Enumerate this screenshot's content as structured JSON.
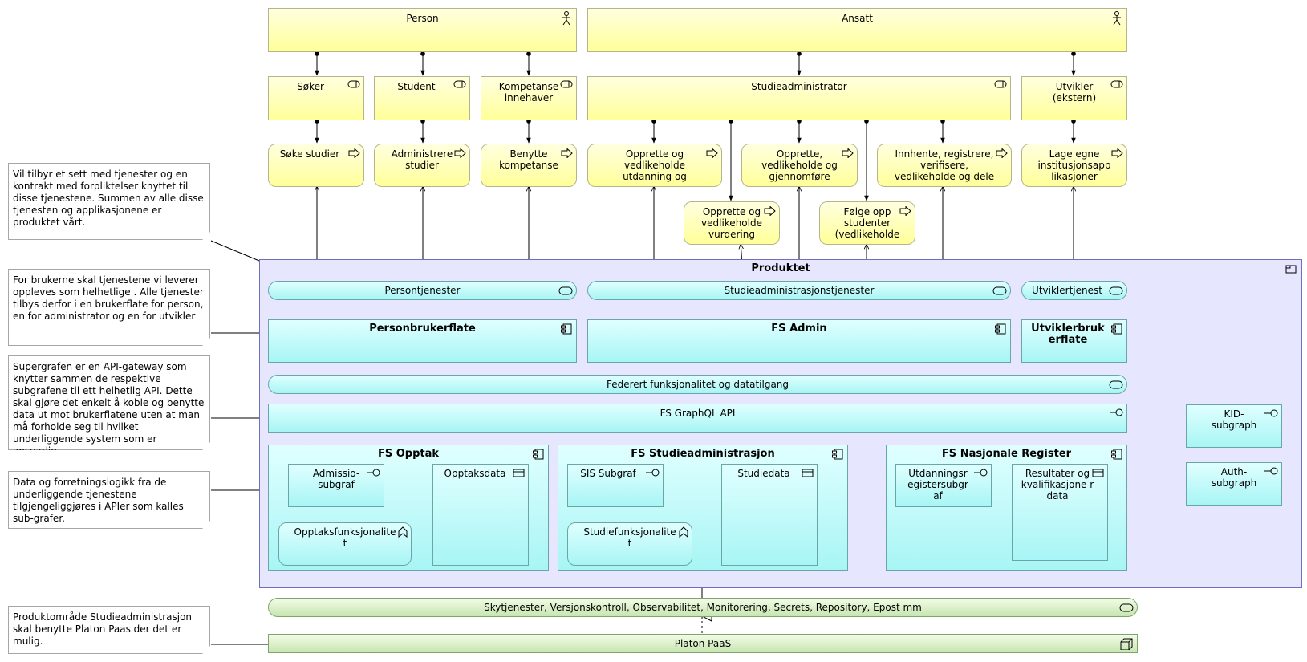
{
  "notes": {
    "produkt": "Vil tilbyr et sett med tjenester og en kontrakt med forpliktelser knyttet til disse tjenestene. Summen av alle disse tjenesten og applikasjonene er produktet vårt.",
    "brukerflate": "For brukerne skal tjenestene vi leverer oppleves som helhetlige . Alle tjenester tilbys derfor i en brukerflate for person, en for administrator og en for utvikler",
    "supergraf": "Supergrafen er en API-gateway som knytter sammen de respektive subgrafene til ett helhetlig API. Dette skal gjøre det enkelt å koble og benytte data ut mot brukerflatene uten at man må forholde seg til hvilket underliggende system som er ansvarlig.",
    "subgrafer": "Data og forretningslogikk fra de underliggende tjenestene tilgjengeliggjøres i APIer som kalles sub-grafer.",
    "platon": "Produktområde Studieadministrasjon skal benytte Platon Paas der det er mulig."
  },
  "actors": {
    "person": "Person",
    "ansatt": "Ansatt"
  },
  "roles": {
    "soker": "Søker",
    "student": "Student",
    "kompetanse": "Kompetanse innehaver",
    "studieadmin": "Studieadministrator",
    "utvikler": "Utvikler (ekstern)"
  },
  "business_services": {
    "soke": "Søke studier",
    "administrere": "Administrere studier",
    "benytte": "Benytte kompetanse",
    "opprette_utd": "Opprette og vedlikeholde utdanning og",
    "opprette_gjen": "Opprette, vedlikeholde og gjennomføre",
    "innhente": "Innhente, registrere, verifisere, vedlikeholde og dele",
    "lage": "Lage egne institusjonsapp likasjoner",
    "vurdering": "Opprette og vedlikeholde vurdering",
    "folge": "Følge opp studenter (vedlikeholde"
  },
  "produkt": {
    "title": "Produktet",
    "persontjenester": "Persontjenester",
    "studieadmintjenester": "Studieadministrasjonstjenester",
    "utviklertjenester": "Utviklertjenest",
    "personbrukerflate": "Personbrukerflate",
    "fs_admin": "FS Admin",
    "utviklerbrukerflate": "Utviklerbruk erflate",
    "federert": "Federert funksjonalitet og datatilgang",
    "graphql": "FS GraphQL API",
    "fs_opptak": "FS Opptak",
    "admissio": "Admissio-subgraf",
    "opptaksdata": "Opptaksdata",
    "opptaksfunksjonalitet": "Opptaksfunksjonalite t",
    "fs_studieadmin": "FS Studieadministrasjon",
    "sis": "SIS Subgraf",
    "studiedata": "Studiedata",
    "studiefunksjonalitet": "Studiefunksjonalite t",
    "fs_nasjonale": "FS Nasjonale Register",
    "utdanningsregister": "Utdanningsr egistersubgr af",
    "resultater": "Resultater og kvalifikasjone r data"
  },
  "external": {
    "kid": "KID-subgraph",
    "auth": "Auth-subgraph"
  },
  "platform": {
    "skytjenester": "Skytjenester, Versjonskontroll, Observabilitet, Monitorering, Secrets, Repository, Epost mm",
    "platon": "Platon PaaS"
  },
  "colors": {
    "business": "#ffff99",
    "application": "#a8f5f5",
    "technology": "#c8e6b0",
    "grouping": "#e6e6ff"
  }
}
